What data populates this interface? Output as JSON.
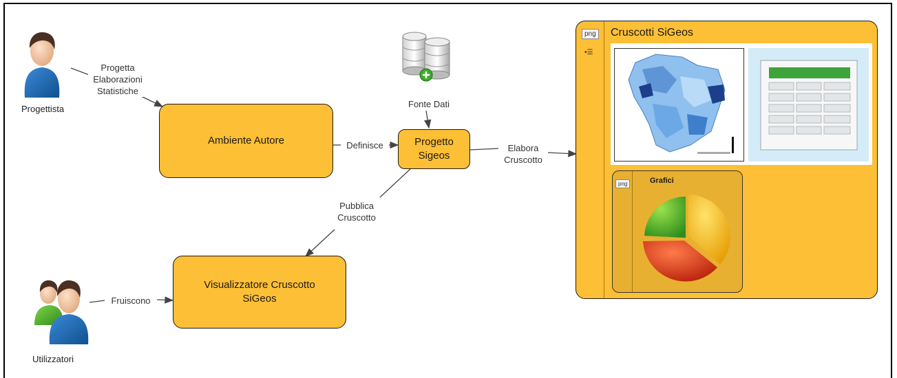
{
  "actors": {
    "progettista": "Progettista",
    "utilizzatori": "Utilizzatori"
  },
  "nodes": {
    "ambiente_autore": "Ambiente Autore",
    "progetto_sigeos": "Progetto\nSigeos",
    "visualizzatore": "Visualizzatore Cruscotto\nSiGeos",
    "fonte_dati": "Fonte Dati"
  },
  "edges": {
    "progetta": "Progetta\nElaborazioni\nStatistiche",
    "definisce": "Definisce",
    "elabora": "Elabora\nCruscotto",
    "pubblica": "Pubblica\nCruscotto",
    "fruiscono": "Fruiscono"
  },
  "panel": {
    "tag": "png",
    "title": "Cruscotti SiGeos",
    "sub_tag": "png",
    "sub_title": "Grafici"
  },
  "colors": {
    "box_fill": "#fdbf35",
    "edge": "#444444"
  }
}
